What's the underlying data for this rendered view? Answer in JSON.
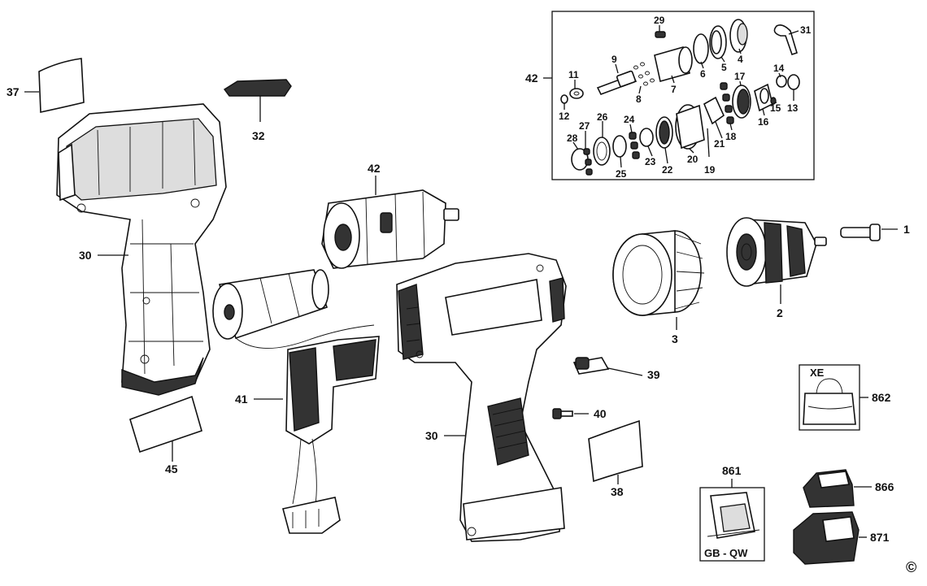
{
  "callouts": {
    "c1": "1",
    "c2": "2",
    "c3": "3",
    "c4": "4",
    "c5": "5",
    "c6": "6",
    "c7": "7",
    "c8": "8",
    "c9": "9",
    "c11": "11",
    "c12": "12",
    "c13": "13",
    "c14": "14",
    "c15": "15",
    "c16": "16",
    "c17": "17",
    "c18": "18",
    "c19": "19",
    "c20": "20",
    "c21": "21",
    "c22": "22",
    "c23": "23",
    "c24": "24",
    "c25": "25",
    "c26": "26",
    "c27": "27",
    "c28": "28",
    "c29": "29",
    "c30a": "30",
    "c30b": "30",
    "c31": "31",
    "c32": "32",
    "c37": "37",
    "c38": "38",
    "c39": "39",
    "c40": "40",
    "c41": "41",
    "c42a": "42",
    "c42b": "42",
    "c45": "45",
    "c861": "861",
    "c862": "862",
    "c866": "866",
    "c871": "871"
  },
  "box_labels": {
    "xe": "XE",
    "gb_qw": "GB - QW"
  },
  "copyright": "©"
}
